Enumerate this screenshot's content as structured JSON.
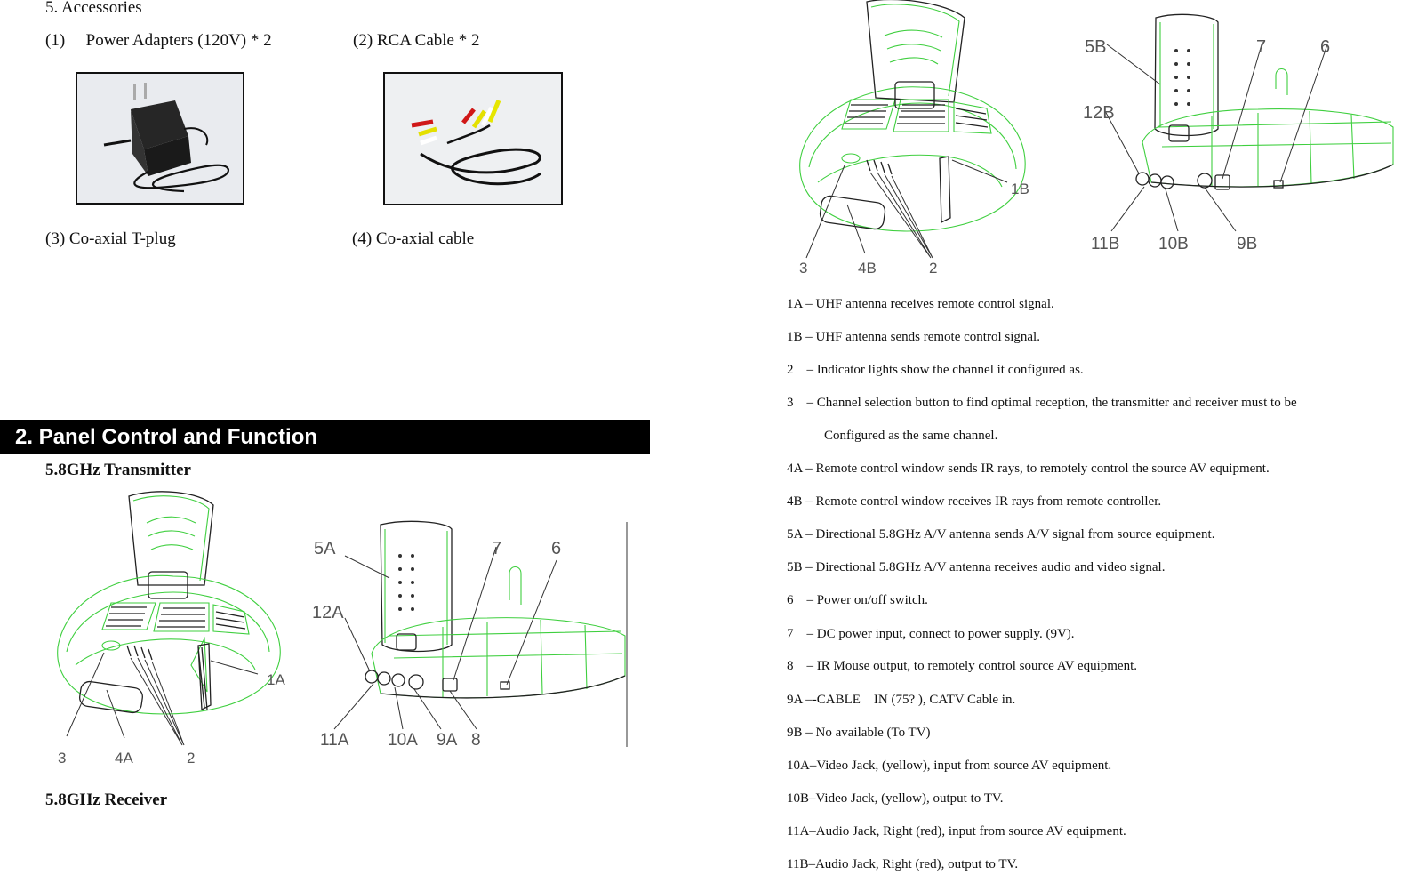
{
  "accessories": {
    "heading": "5. Accessories",
    "item1_num": "(1)",
    "item1_label": "Power Adapters (120V) * 2",
    "item2": "(2) RCA Cable * 2",
    "item3_prefix": "(3) ",
    "item3_label": "Co-axial T-plug",
    "item4_prefix": "(4) ",
    "item4_label": "Co-axial cable"
  },
  "section": {
    "banner": "2. Panel Control and Function",
    "transmitter_title": "5.8GHz Transmitter",
    "receiver_title": "5.8GHz Receiver"
  },
  "transmitter_labels": {
    "front": [
      "3",
      "4A",
      "2",
      "1A"
    ],
    "back": [
      "5A",
      "12A",
      "7",
      "6",
      "11A",
      "10A",
      "9A",
      "8"
    ]
  },
  "receiver_labels": {
    "front": [
      "3",
      "4B",
      "2",
      "1B"
    ],
    "back": [
      "5B",
      "12B",
      "7",
      "6",
      "11B",
      "10B",
      "9B"
    ]
  },
  "descriptions": [
    "1A – UHF antenna receives remote control signal.",
    "1B – UHF antenna sends remote control signal.",
    "2    – Indicator lights show the channel it configured as.",
    "3    – Channel selection button to find optimal reception, the transmitter and receiver must to be",
    "Configured as the same channel.",
    "4A – Remote control window sends IR rays, to remotely control the source AV equipment.",
    "4B – Remote control window receives IR rays from remote controller.",
    "5A – Directional 5.8GHz A/V antenna sends A/V signal from source equipment.",
    "5B – Directional 5.8GHz A/V antenna receives audio and video signal.",
    "6    – Power on/off switch.",
    "7    – DC power input, connect to power supply. (9V).",
    "8    – IR Mouse output, to remotely control source AV equipment.",
    "9A –-CABLE    IN (75? ), CATV Cable in.",
    "9B – No available (To TV)",
    "10A–Video Jack, (yellow), input from source AV equipment.",
    "10B–Video Jack, (yellow), output to TV.",
    "11A–Audio Jack, Right (red), input from source AV equipment.",
    "11B–Audio Jack, Right (red), output to TV."
  ]
}
